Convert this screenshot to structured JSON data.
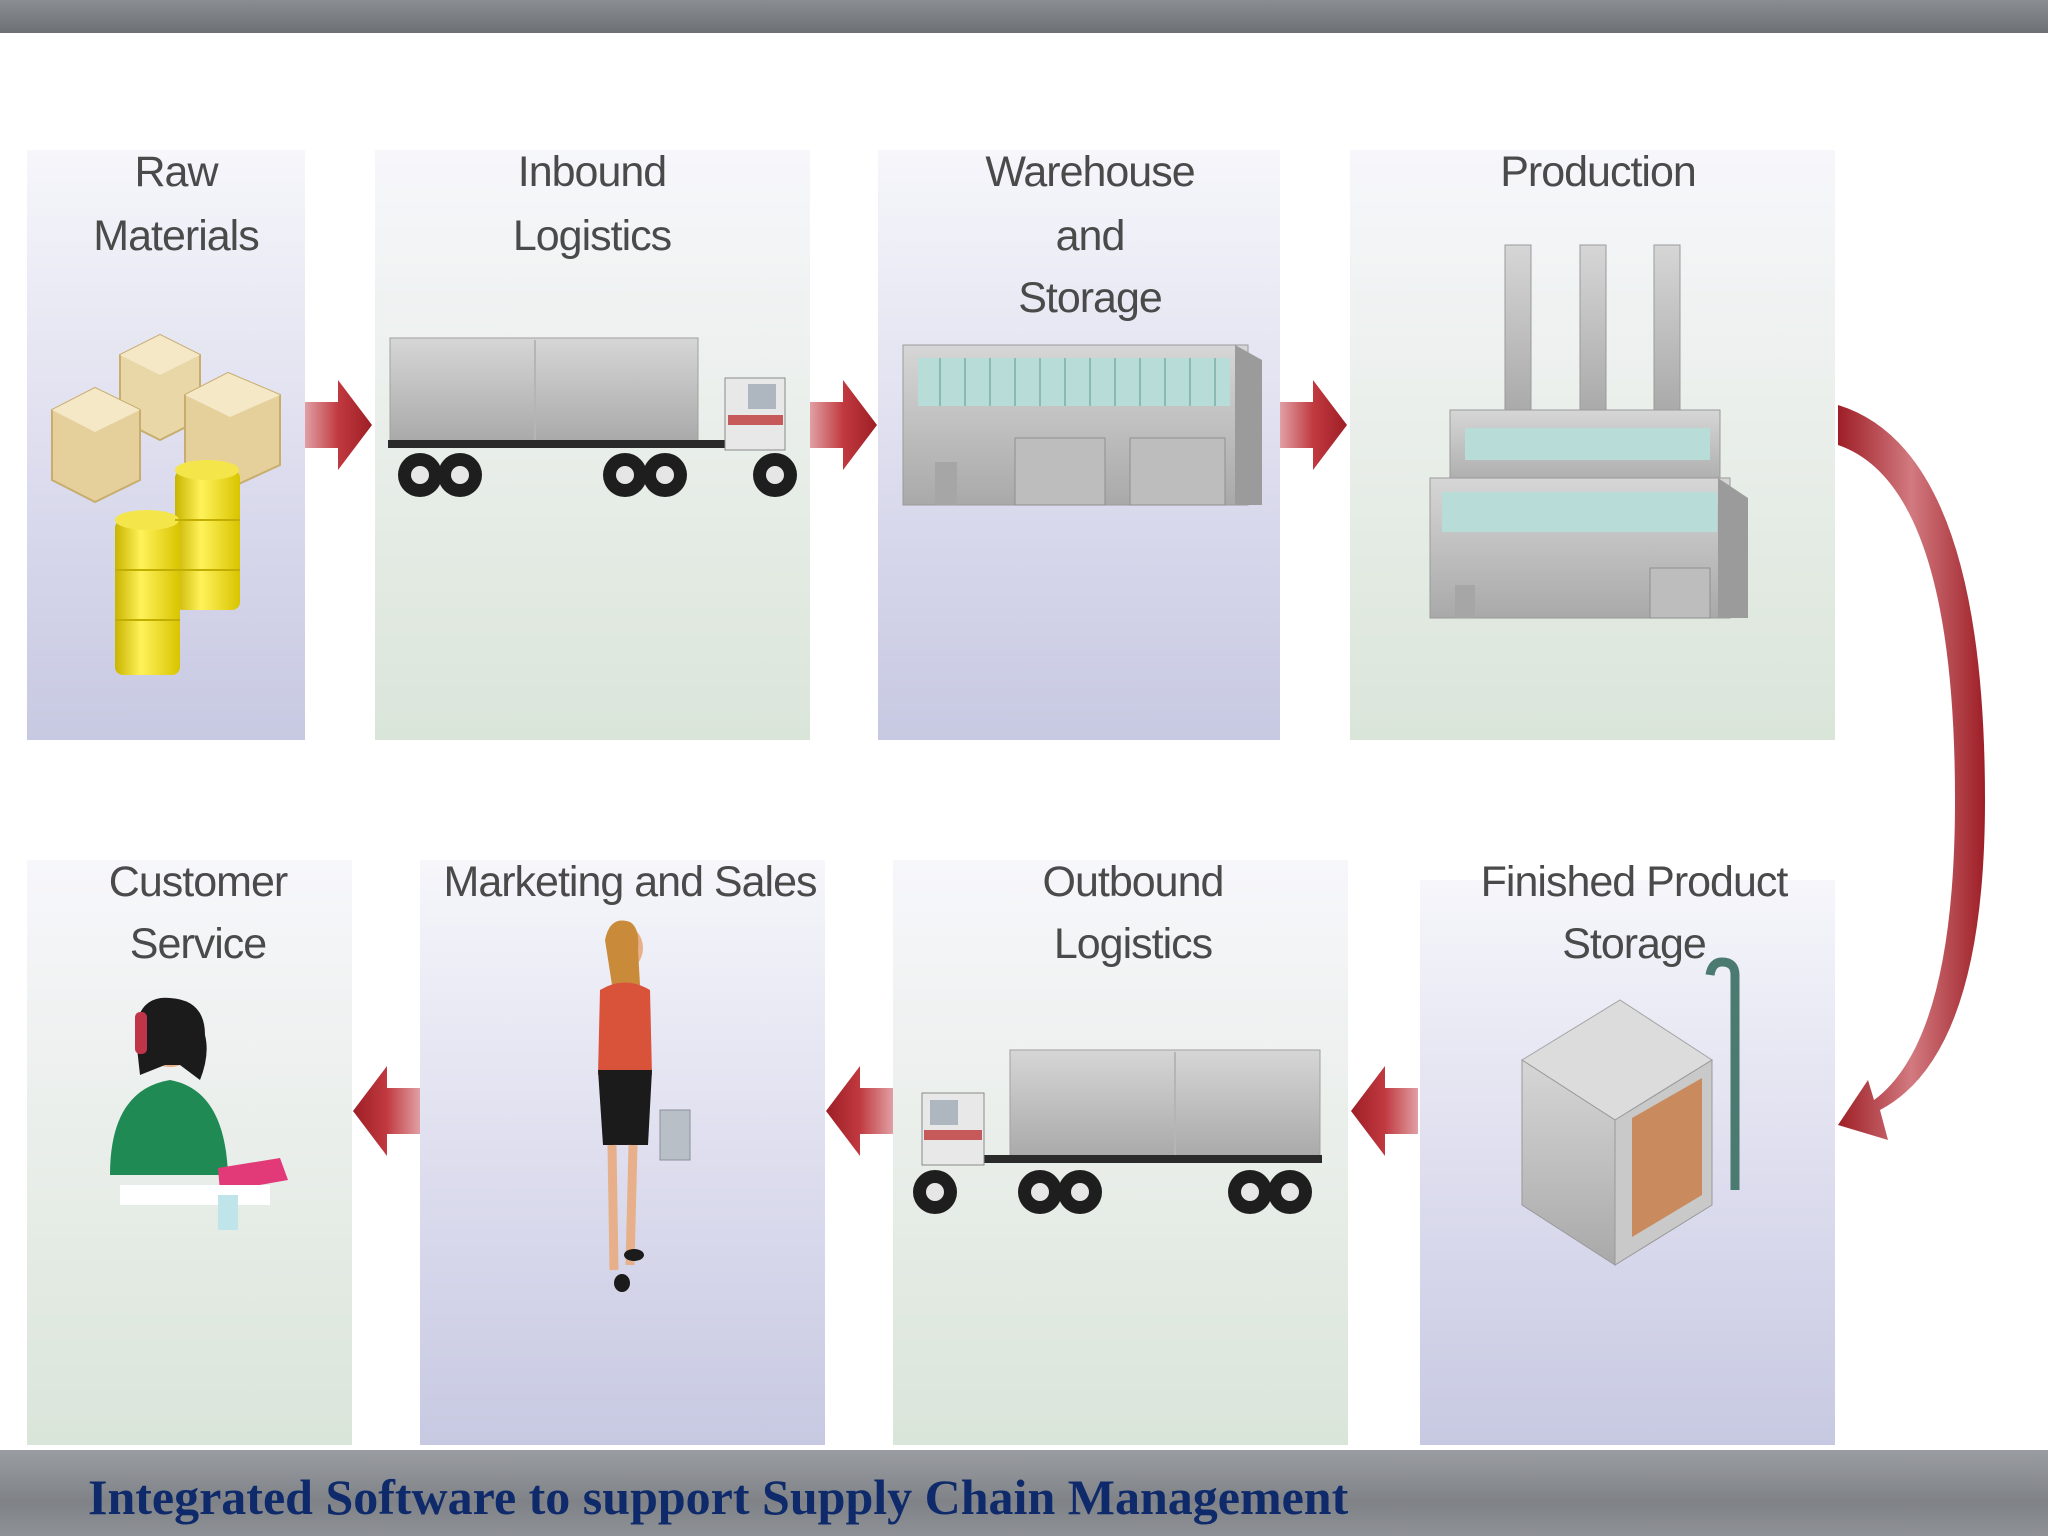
{
  "footer": {
    "title": "Integrated Software to support Supply Chain Management"
  },
  "stages": {
    "raw_materials": {
      "line1": "Raw",
      "line2": "Materials"
    },
    "inbound_logistics": {
      "line1": "Inbound",
      "line2": "Logistics"
    },
    "warehouse_storage": {
      "line1": "Warehouse",
      "line2": "and",
      "line3": "Storage"
    },
    "production": {
      "line1": "Production"
    },
    "finished_product_storage": {
      "line1": "Finished Product",
      "line2": "Storage"
    },
    "outbound_logistics": {
      "line1": "Outbound",
      "line2": "Logistics"
    },
    "marketing_sales": {
      "line1": "Marketing and Sales"
    },
    "customer_service": {
      "line1": "Customer",
      "line2": "Service"
    }
  },
  "colors": {
    "arrow": "#b8282f",
    "footer_text": "#0e2a6b",
    "panel_top": "#f4f5fa",
    "panel_blue": "#c9cbe3",
    "panel_green": "#dfe8df"
  }
}
